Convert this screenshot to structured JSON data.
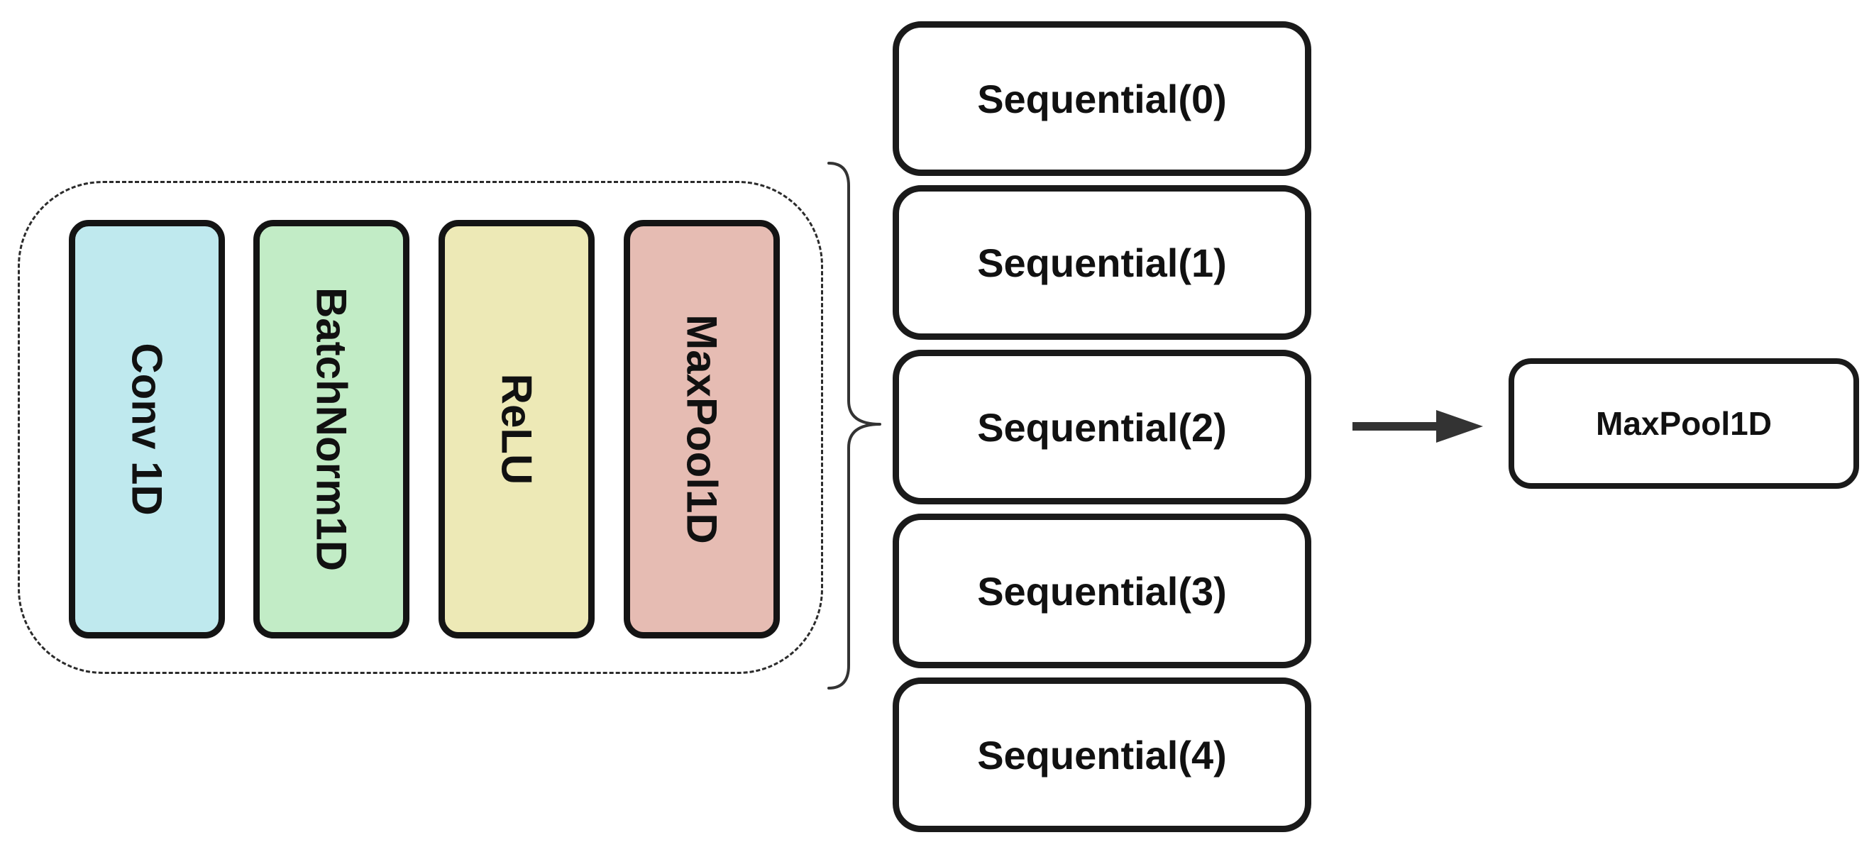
{
  "group": {
    "layers": [
      {
        "label": "Conv 1D",
        "color": "#bfe9ee"
      },
      {
        "label": "BatchNorm1D",
        "color": "#c2ecc6"
      },
      {
        "label": "ReLU",
        "color": "#ede9b6"
      },
      {
        "label": "MaxPool1D",
        "color": "#e6bcb3"
      }
    ]
  },
  "sequence": {
    "blocks": [
      {
        "label": "Sequential(0)"
      },
      {
        "label": "Sequential(1)"
      },
      {
        "label": "Sequential(2)"
      },
      {
        "label": "Sequential(3)"
      },
      {
        "label": "Sequential(4)"
      }
    ]
  },
  "output": {
    "label": "MaxPool1D"
  },
  "colors": {
    "border": "#141414",
    "arrow": "#333333",
    "background": "#ffffff"
  }
}
